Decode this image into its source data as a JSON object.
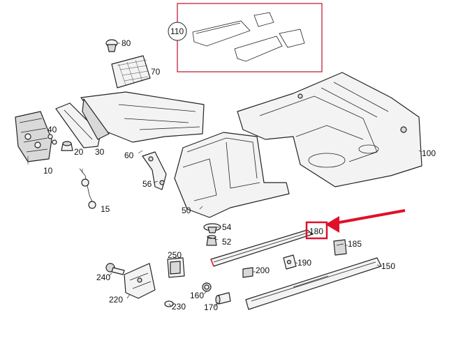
{
  "labels": {
    "l110": "110",
    "l80": "80",
    "l70": "70",
    "l40": "40",
    "l20": "20",
    "l30": "30",
    "l10": "10",
    "l60": "60",
    "l56": "56",
    "l15": "15",
    "l50": "50",
    "l100": "100",
    "l54": "54",
    "l52": "52",
    "l180": "180",
    "l185": "185",
    "l250": "250",
    "l200": "200",
    "l190": "190",
    "l150": "150",
    "l240": "240",
    "l220": "220",
    "l160": "160",
    "l230": "230",
    "l170": "170"
  },
  "highlight": {
    "part": "180",
    "color": "#e0102a"
  },
  "colors": {
    "inset_border": "#c2203a",
    "line": "#222222"
  }
}
